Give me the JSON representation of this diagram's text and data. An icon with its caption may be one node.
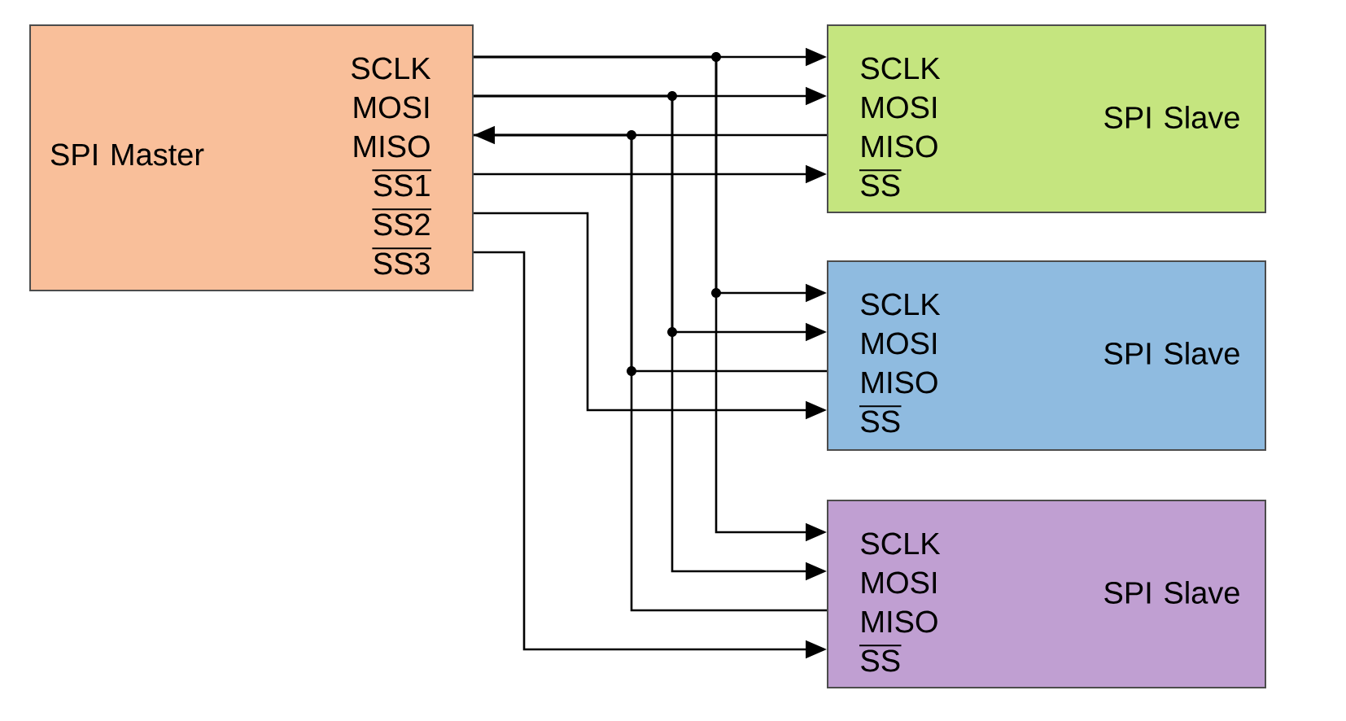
{
  "diagram": {
    "nodes": [
      {
        "text": [
          "SPI Master",
          "SCLK",
          "MOSI",
          "MISO",
          "SS1",
          "SS2",
          "SS3"
        ]
      },
      {
        "text": [
          "SCLK",
          "MOSI",
          "MISO",
          "SS",
          "SPI Slave"
        ]
      },
      {
        "text": [
          "SCLK",
          "MOSI",
          "MISO",
          "SS",
          "SPI Slave"
        ]
      },
      {
        "text": [
          "SCLK",
          "MOSI",
          "MISO",
          "SS",
          "SPI Slave"
        ]
      }
    ],
    "edges": [
      {
        "from": 0,
        "to": 1,
        "arrow": "to"
      },
      {
        "from": 0,
        "to": 2,
        "arrow": "to"
      },
      {
        "from": 0,
        "to": 3,
        "arrow": "to"
      },
      {
        "from": 0,
        "to": 1,
        "arrow": "to"
      },
      {
        "from": 0,
        "to": 2,
        "arrow": "to"
      },
      {
        "from": 0,
        "to": 3,
        "arrow": "to"
      },
      {
        "from": 1,
        "to": 0,
        "arrow": "to"
      },
      {
        "from": 2,
        "to": 0,
        "arrow": "none"
      },
      {
        "from": 3,
        "to": 0,
        "arrow": "none"
      },
      {
        "from": 0,
        "to": 1,
        "arrow": "to"
      },
      {
        "from": 0,
        "to": 2,
        "arrow": "to"
      },
      {
        "from": 0,
        "to": 3,
        "arrow": "to"
      }
    ]
  }
}
